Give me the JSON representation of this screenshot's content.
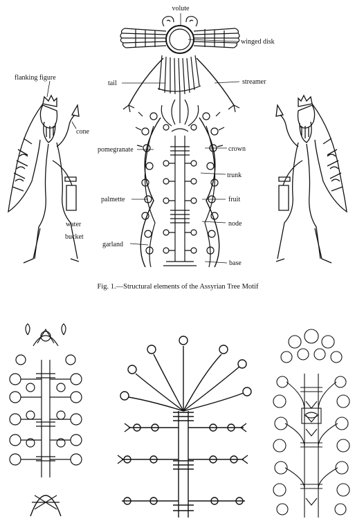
{
  "figure1": {
    "labels": {
      "volute": "volute",
      "winged_disk": "winged disk",
      "flanking_figure": "flanking figure",
      "tail": "tail",
      "streamer": "streamer",
      "cone": "cone",
      "pomegranate": "pomegranate",
      "crown": "crown",
      "trunk": "trunk",
      "palmette": "palmette",
      "fruit": "fruit",
      "water": "water",
      "bucket": "bucket",
      "node": "node",
      "garland": "garland",
      "base": "base"
    },
    "caption": "Fig. 1.—Structural elements of the Assyrian Tree Motif"
  }
}
